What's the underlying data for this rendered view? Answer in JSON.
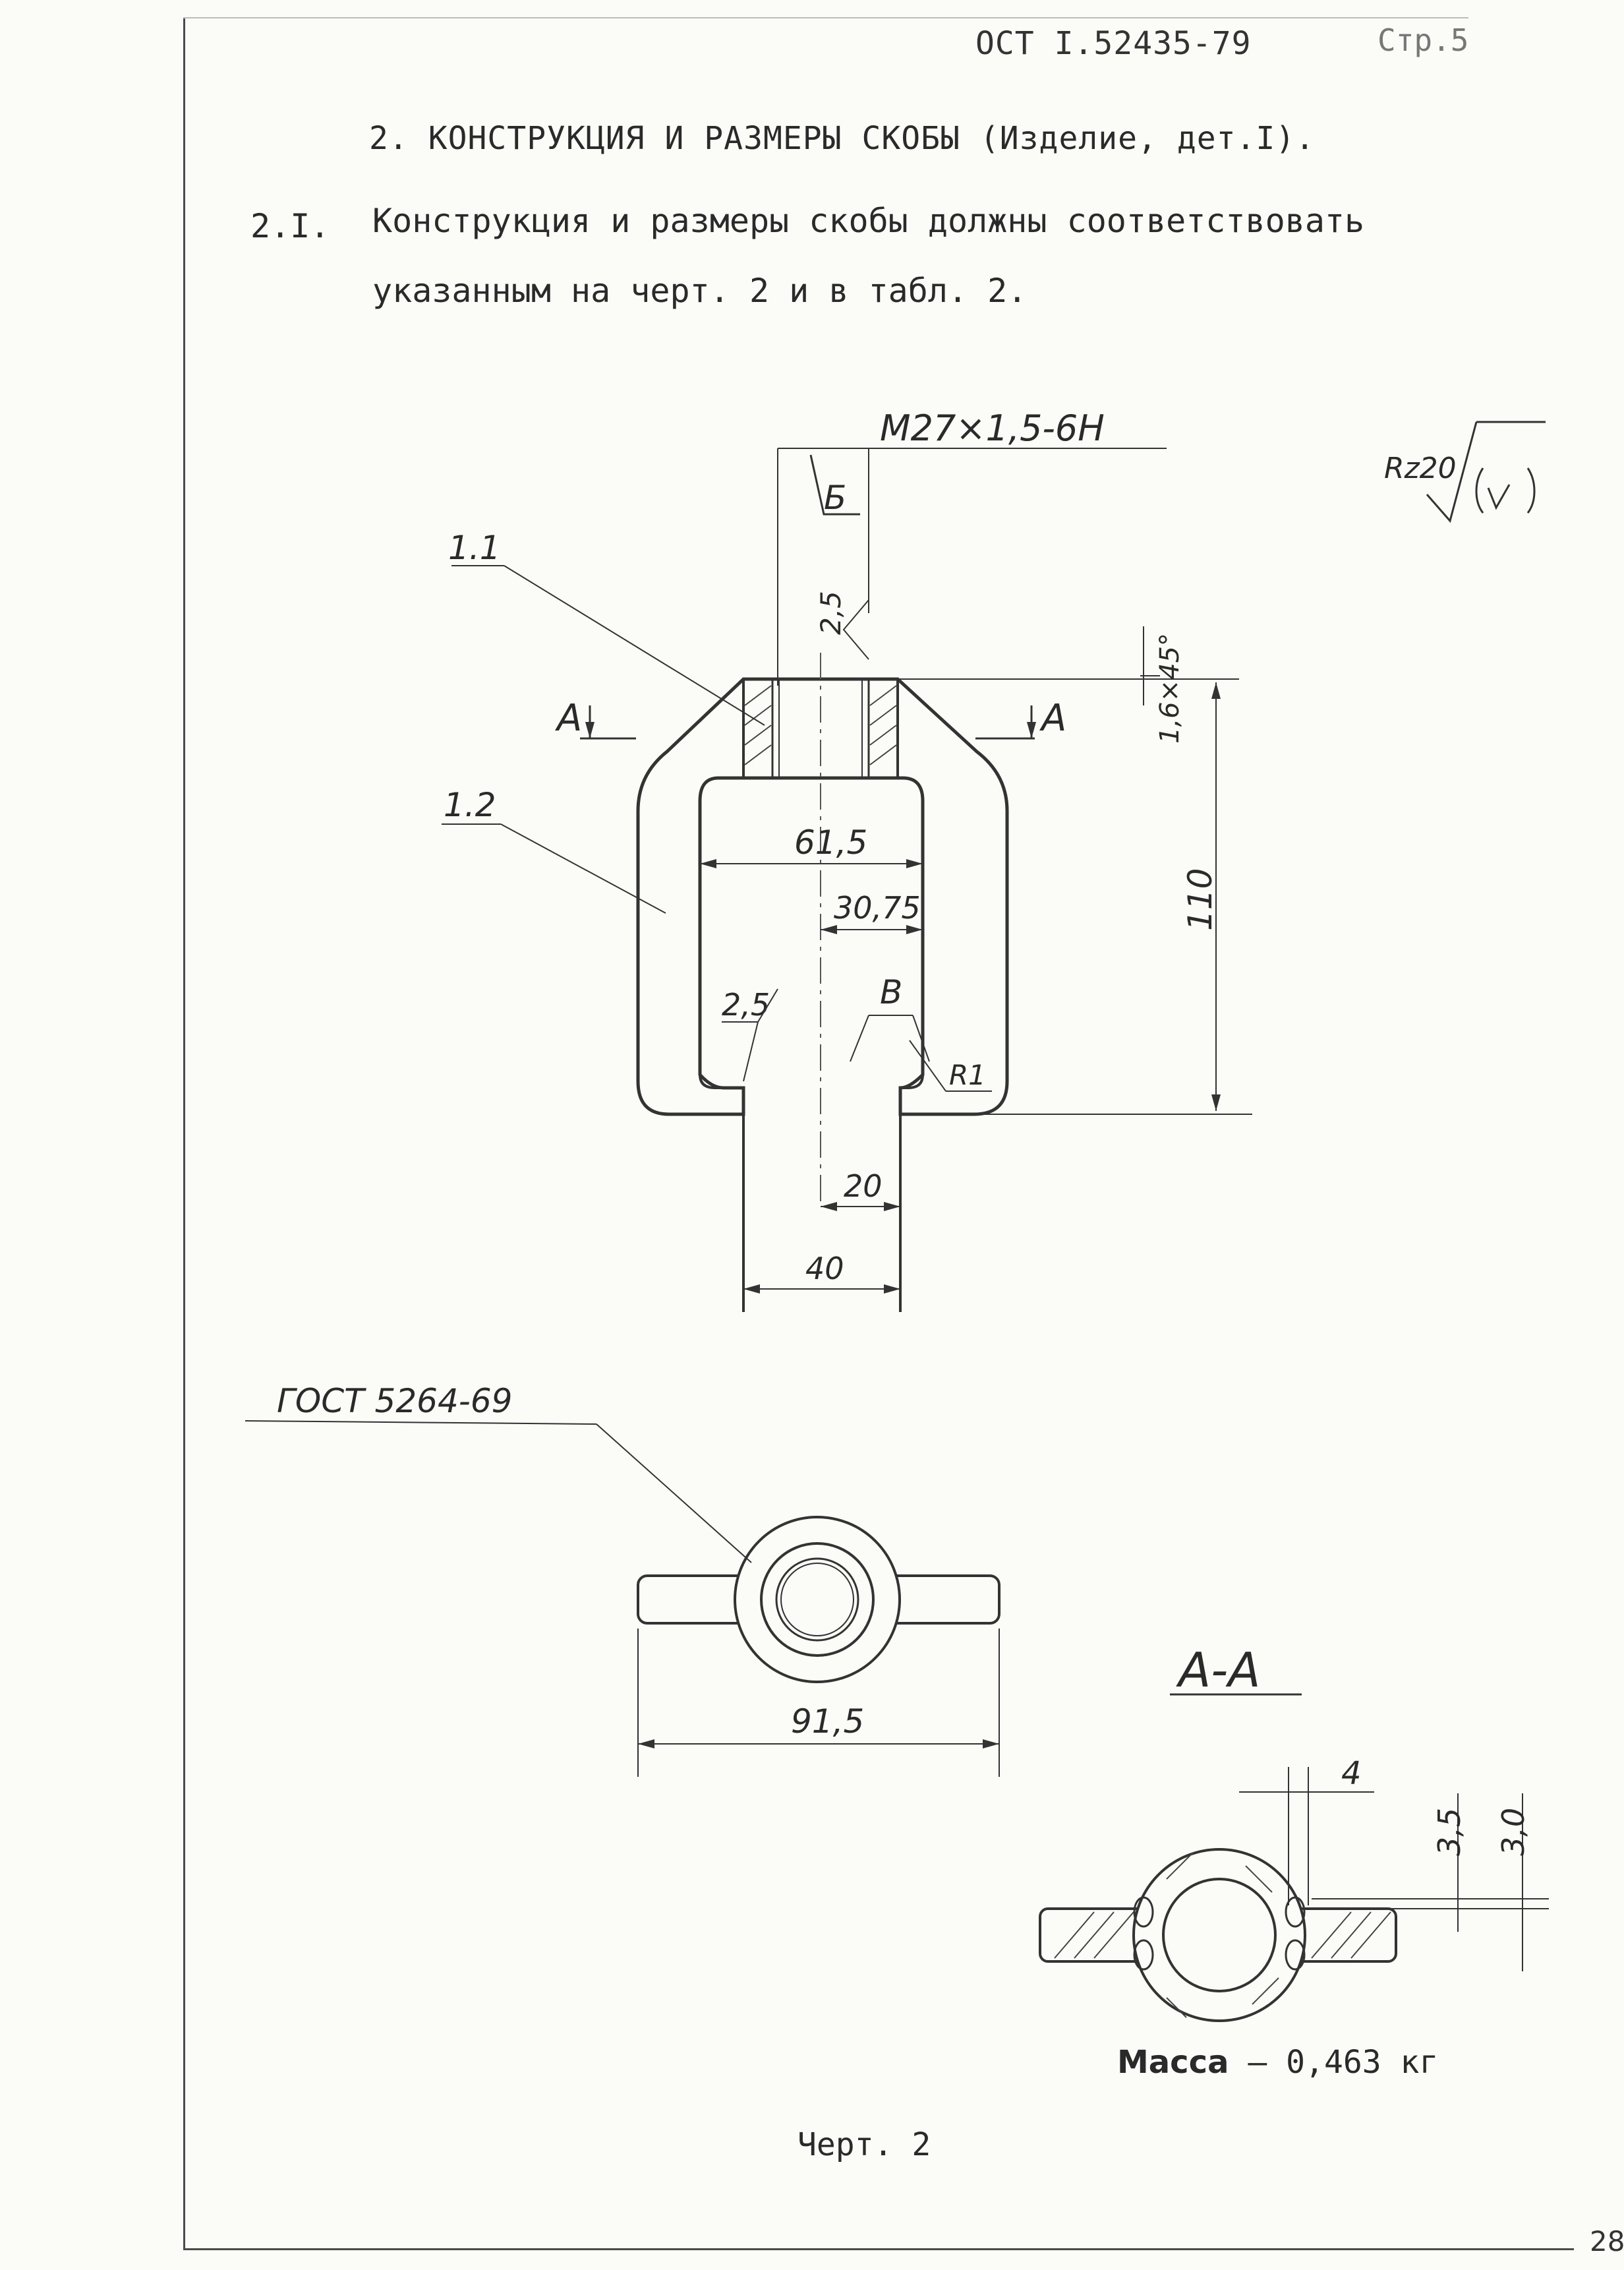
{
  "header": {
    "standard_code": "ОСТ I.52435-79",
    "page_label": "Стр.5"
  },
  "section": {
    "title": "2. КОНСТРУКЦИЯ И РАЗМЕРЫ  СКОБЫ (Изделие, дет.I).",
    "clause_number": "2.I.",
    "clause_line1": "Конструкция и размеры скобы должны соответствовать",
    "clause_line2": "указанным на черт. 2 и в табл. 2."
  },
  "drawing": {
    "thread": "M27×1,5-6H",
    "roughness": "Rz20",
    "base_b": "Б",
    "dim_2_5_top": "2,5",
    "part_1_1": "1.1",
    "part_1_2": "1.2",
    "section_mark": "A",
    "chamfer": "1,6×45°",
    "dim_61_5": "61,5",
    "dim_30_75": "30,75",
    "dim_110": "110",
    "dim_2_5_inner": "2,5",
    "base_v": "В",
    "radius_r1": "R1",
    "dim_20": "20",
    "dim_40": "40",
    "gost_ref": "ГОСТ 5264-69",
    "dim_91_5": "91,5",
    "section_label": "А-А",
    "dim_4": "4",
    "dim_3_5": "3,5",
    "dim_3_0": "3,0"
  },
  "footer": {
    "mass_label": "Масса",
    "mass_value": " – 0,463 кг",
    "figure_caption": "Черт. 2",
    "sheet_number": "28"
  }
}
